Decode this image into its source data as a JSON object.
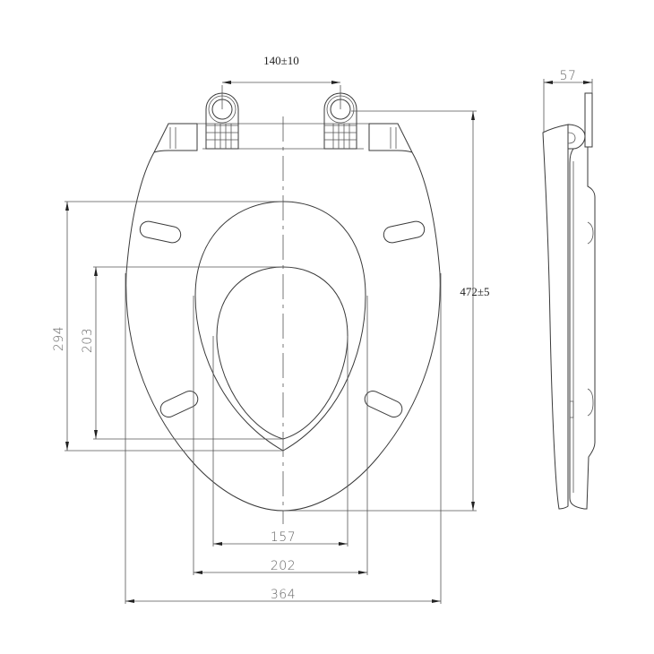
{
  "drawing": {
    "type": "technical-drawing",
    "subject": "toilet seat top view and side view",
    "background": "#ffffff",
    "line_color": "#3a3a3a"
  },
  "dimensions": {
    "hinge_spacing": "140±10",
    "overall_length": "472±5",
    "side_thickness": "57",
    "lid_inner_length": "294",
    "opening_length": "203",
    "opening_width": "157",
    "ring_width": "202",
    "overall_width": "364"
  }
}
